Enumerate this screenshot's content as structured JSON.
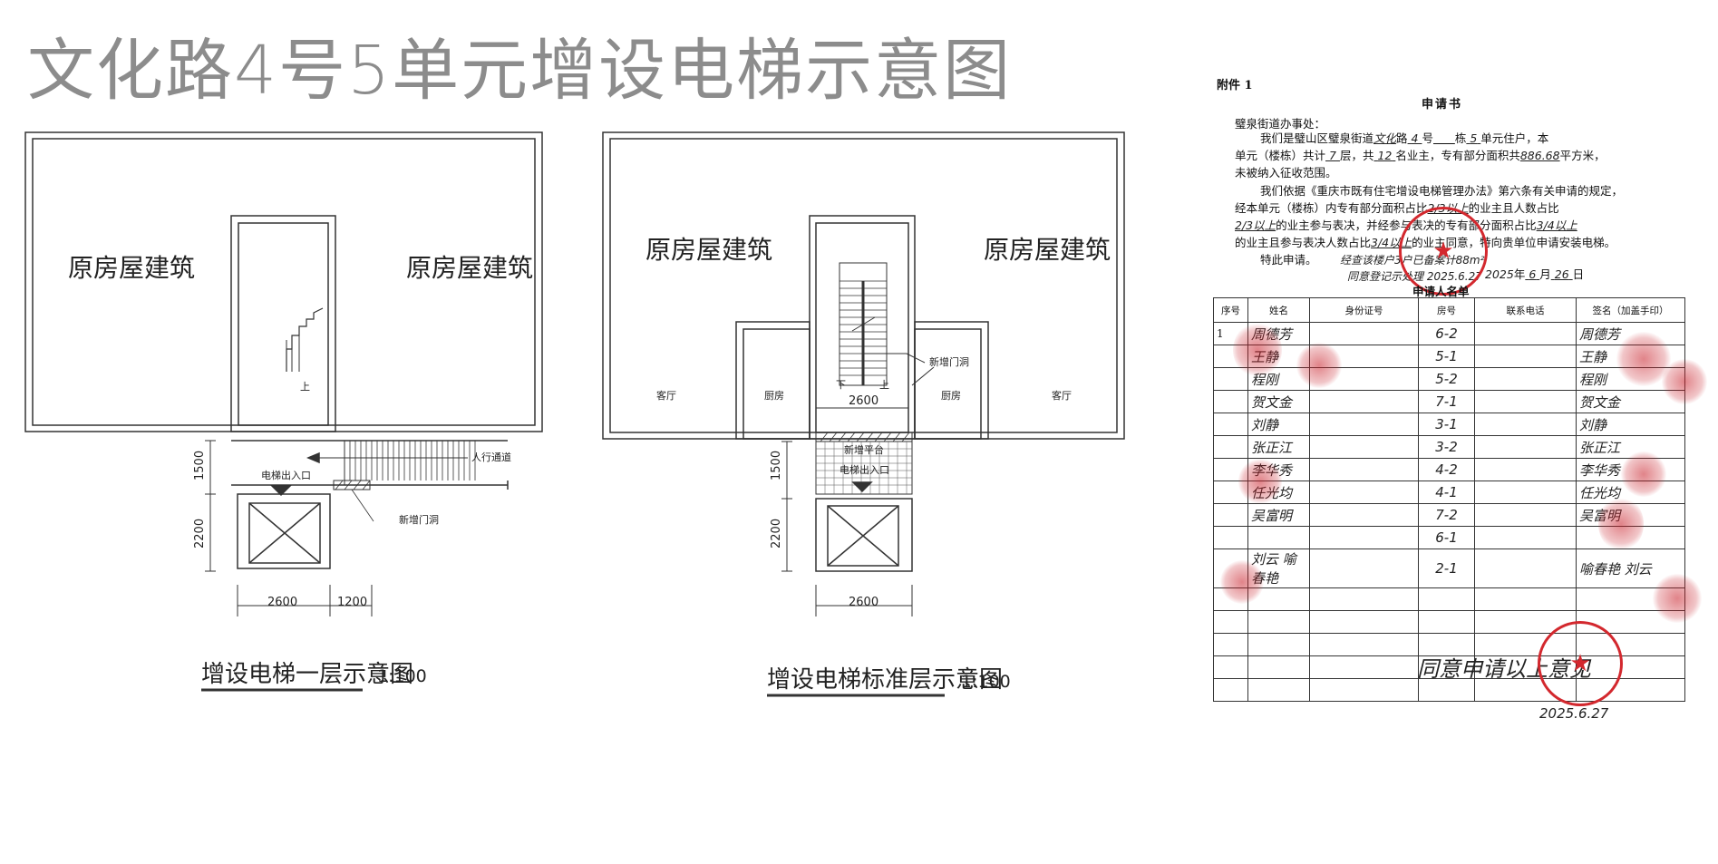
{
  "title": "文化路4号5单元增设电梯示意图",
  "plan1": {
    "room_left": "原房屋建筑",
    "room_right": "原房屋建筑",
    "up": "上",
    "walkway": "人行通道",
    "elevator_entry": "电梯出入口",
    "new_door": "新增门洞",
    "dim_vertical_1": "1500",
    "dim_vertical_2": "2200",
    "dim_h_1": "2600",
    "dim_h_2": "1200",
    "caption": "增设电梯一层示意图",
    "scale": "1:100"
  },
  "plan2": {
    "room_left": "原房屋建筑",
    "room_right": "原房屋建筑",
    "living_left": "客厅",
    "kitchen_left": "厨房",
    "kitchen_right": "厨房",
    "living_right": "客厅",
    "down": "下",
    "up": "上",
    "new_door": "新增门洞",
    "new_platform": "新增平台",
    "elevator_entry": "电梯出入口",
    "dim_top": "2600",
    "dim_vertical_1": "1500",
    "dim_vertical_2": "2200",
    "dim_h": "2600",
    "caption": "增设电梯标准层示意图",
    "scale": "1:100"
  },
  "doc": {
    "attachment": "附件 1",
    "title": "申请书",
    "addressee": "璧泉街道办事处：",
    "line1_a": "我们是璧山区璧泉街道",
    "line1_road": "文化",
    "line1_b": "路",
    "line1_no": "4",
    "line1_c": "号",
    "line1_d": "栋",
    "line1_unit": "5",
    "line1_e": "单元住户，本",
    "line2_a": "单元（楼栋）共计",
    "line2_floors": "7",
    "line2_b": "层，共",
    "line2_owners": "12",
    "line2_c": "名业主，专有部分面积共",
    "line2_area": "886.68",
    "line2_d": "平方米，",
    "line3": "未被纳入征收范围。",
    "line4": "我们依据《重庆市既有住宅增设电梯管理办法》第六条有关申请的规定，",
    "line5_a": "经本单元（楼栋）内专有部分面积占比",
    "line5_ratio": "2/3以上",
    "line5_b": "的业主且人数占比",
    "line6_ratio": "2/3以上",
    "line6_a": "的业主参与表决，并经参与表决的专有部分面积占比",
    "line6_ratio2": "3/4以上",
    "line7_a": "的业主且参与表决人数占比",
    "line7_ratio": "3/4以上",
    "line7_b": "的业主同意，特向贵单位申请安装电梯。",
    "line8": "特此申请。",
    "note_1": "经查该楼户3户已备案计88m²",
    "note_2": "同意登记示处理 2025.6.27",
    "date_year": "2025",
    "date_year_unit": "年",
    "date_month": "6",
    "date_month_unit": "月",
    "date_day": "26",
    "date_day_unit": "日",
    "list_title": "申请人名单",
    "columns": [
      "序号",
      "姓名",
      "身份证号",
      "房号",
      "联系电话",
      "签名（加盖手印）"
    ],
    "rows": [
      {
        "no": "1",
        "name": "周德芳",
        "room": "6-2",
        "sign": "周德芳"
      },
      {
        "no": "",
        "name": "王静",
        "room": "5-1",
        "sign": "王静"
      },
      {
        "no": "",
        "name": "程刚",
        "room": "5-2",
        "sign": "程刚"
      },
      {
        "no": "",
        "name": "贺文金",
        "room": "7-1",
        "sign": "贺文金"
      },
      {
        "no": "",
        "name": "刘静",
        "room": "3-1",
        "sign": "刘静"
      },
      {
        "no": "",
        "name": "张正江",
        "room": "3-2",
        "sign": "张正江"
      },
      {
        "no": "",
        "name": "李华秀",
        "room": "4-2",
        "sign": "李华秀"
      },
      {
        "no": "",
        "name": "任光均",
        "room": "4-1",
        "sign": "任光均"
      },
      {
        "no": "",
        "name": "吴富明",
        "room": "7-2",
        "sign": "吴富明"
      },
      {
        "no": "",
        "name": "",
        "room": "6-1",
        "sign": ""
      },
      {
        "no": "",
        "name": "刘云 喻春艳",
        "room": "2-1",
        "sign": "喻春艳 刘云"
      },
      {
        "no": "",
        "name": "",
        "room": "",
        "sign": ""
      },
      {
        "no": "",
        "name": "",
        "room": "",
        "sign": ""
      },
      {
        "no": "",
        "name": "",
        "room": "",
        "sign": ""
      },
      {
        "no": "",
        "name": "",
        "room": "",
        "sign": ""
      },
      {
        "no": "",
        "name": "",
        "room": "",
        "sign": ""
      }
    ],
    "bottom_note": "同意申请以上意见",
    "bottom_date": "2025.6.27",
    "stamp_color": "#d3282e"
  }
}
